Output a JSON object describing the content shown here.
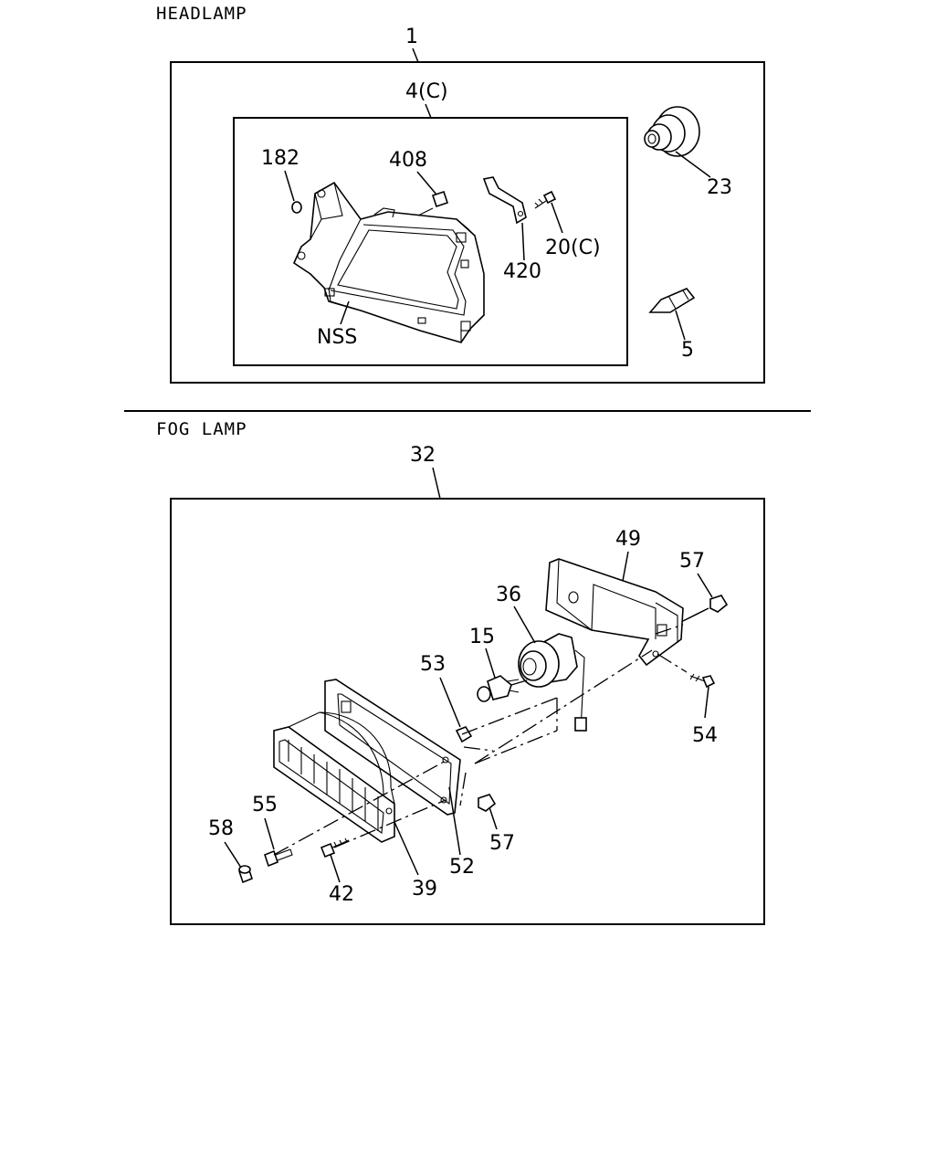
{
  "sections": {
    "headlamp": {
      "title": "HEADLAMP",
      "assembly_callout": "1",
      "sub_assembly_callout": "4(C)",
      "callouts": {
        "c182": "182",
        "c408": "408",
        "c420": "420",
        "c20c": "20(C)",
        "cnss": "NSS",
        "c23": "23",
        "c5": "5"
      }
    },
    "fog_lamp": {
      "title": "FOG LAMP",
      "assembly_callout": "32",
      "callouts": {
        "c49": "49",
        "c57a": "57",
        "c36": "36",
        "c15": "15",
        "c53": "53",
        "c54": "54",
        "c55": "55",
        "c58": "58",
        "c42": "42",
        "c39": "39",
        "c52": "52",
        "c57b": "57"
      }
    }
  }
}
